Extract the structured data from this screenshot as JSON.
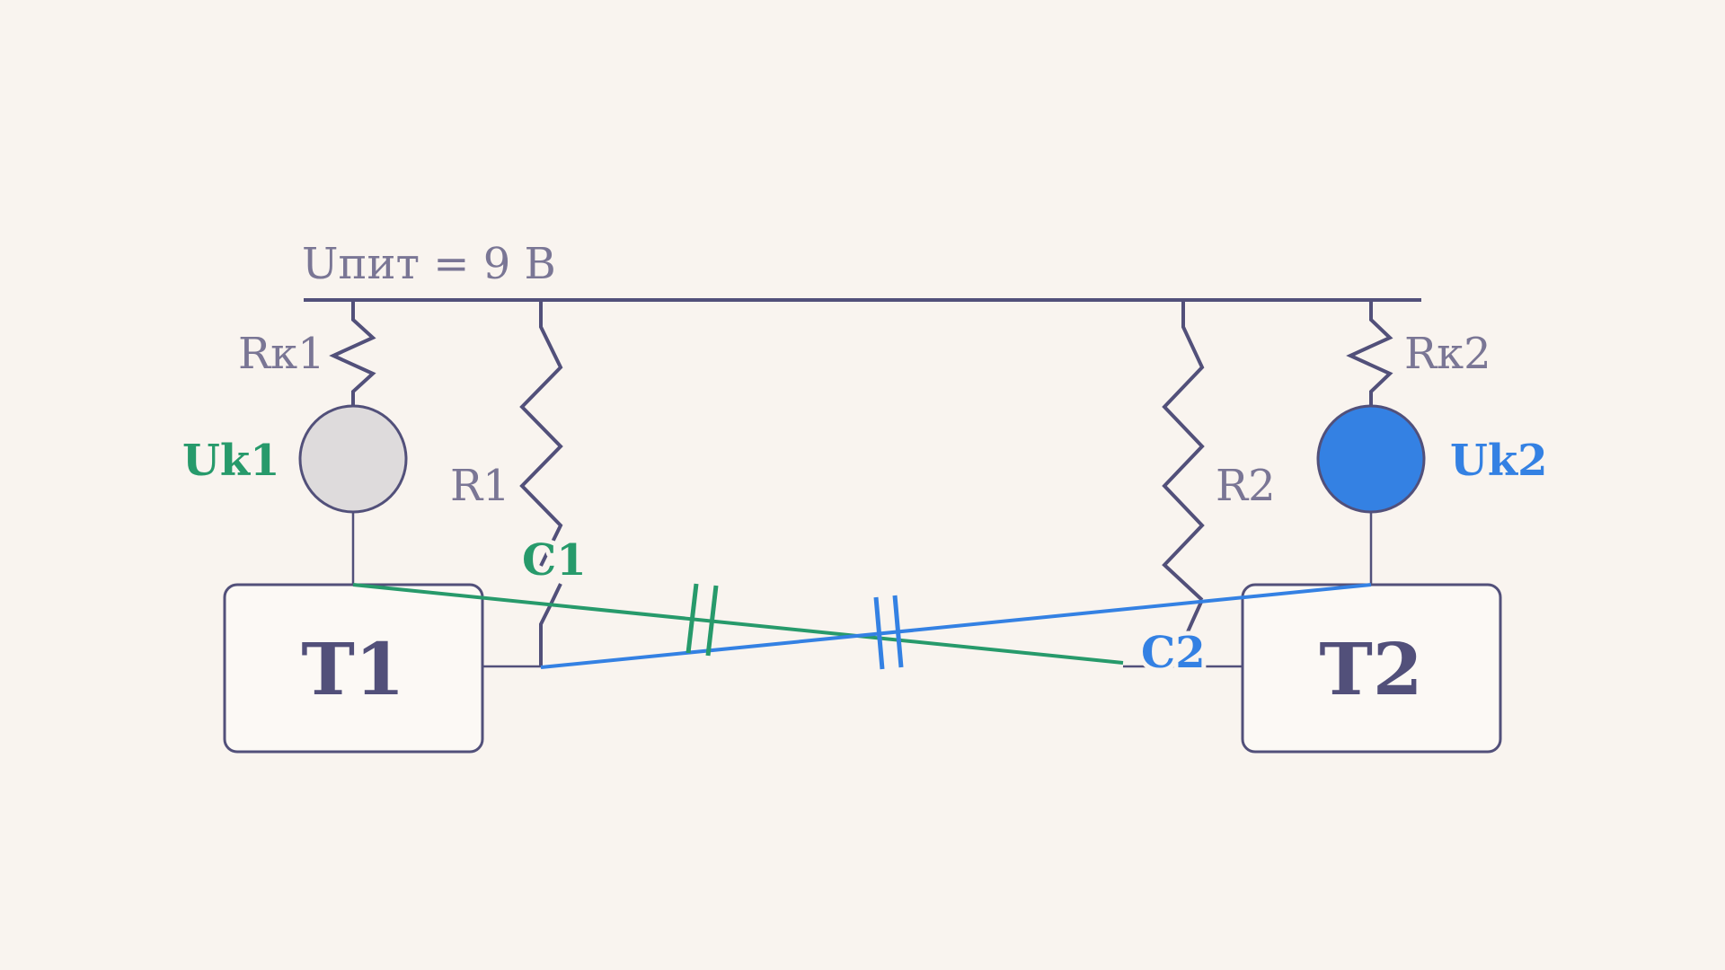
{
  "supply": {
    "label": "Uпит = 9 В"
  },
  "resistors": {
    "rk1": "Rк1",
    "rk2": "Rк2",
    "r1": "R1",
    "r2": "R2"
  },
  "capacitors": {
    "c1": "C1",
    "c2": "C2"
  },
  "indicators": {
    "uk1": {
      "label": "Uk1",
      "fill": "#dedbdc",
      "label_color": "#279a6b"
    },
    "uk2": {
      "label": "Uk2",
      "fill": "#3481e3",
      "label_color": "#3481e3"
    }
  },
  "transistors": {
    "t1": "T1",
    "t2": "T2"
  },
  "colors": {
    "background": "#f9f4ef",
    "wire": "#52507a",
    "green": "#279a6b",
    "blue": "#3481e3",
    "label_gray": "#7a7695"
  }
}
